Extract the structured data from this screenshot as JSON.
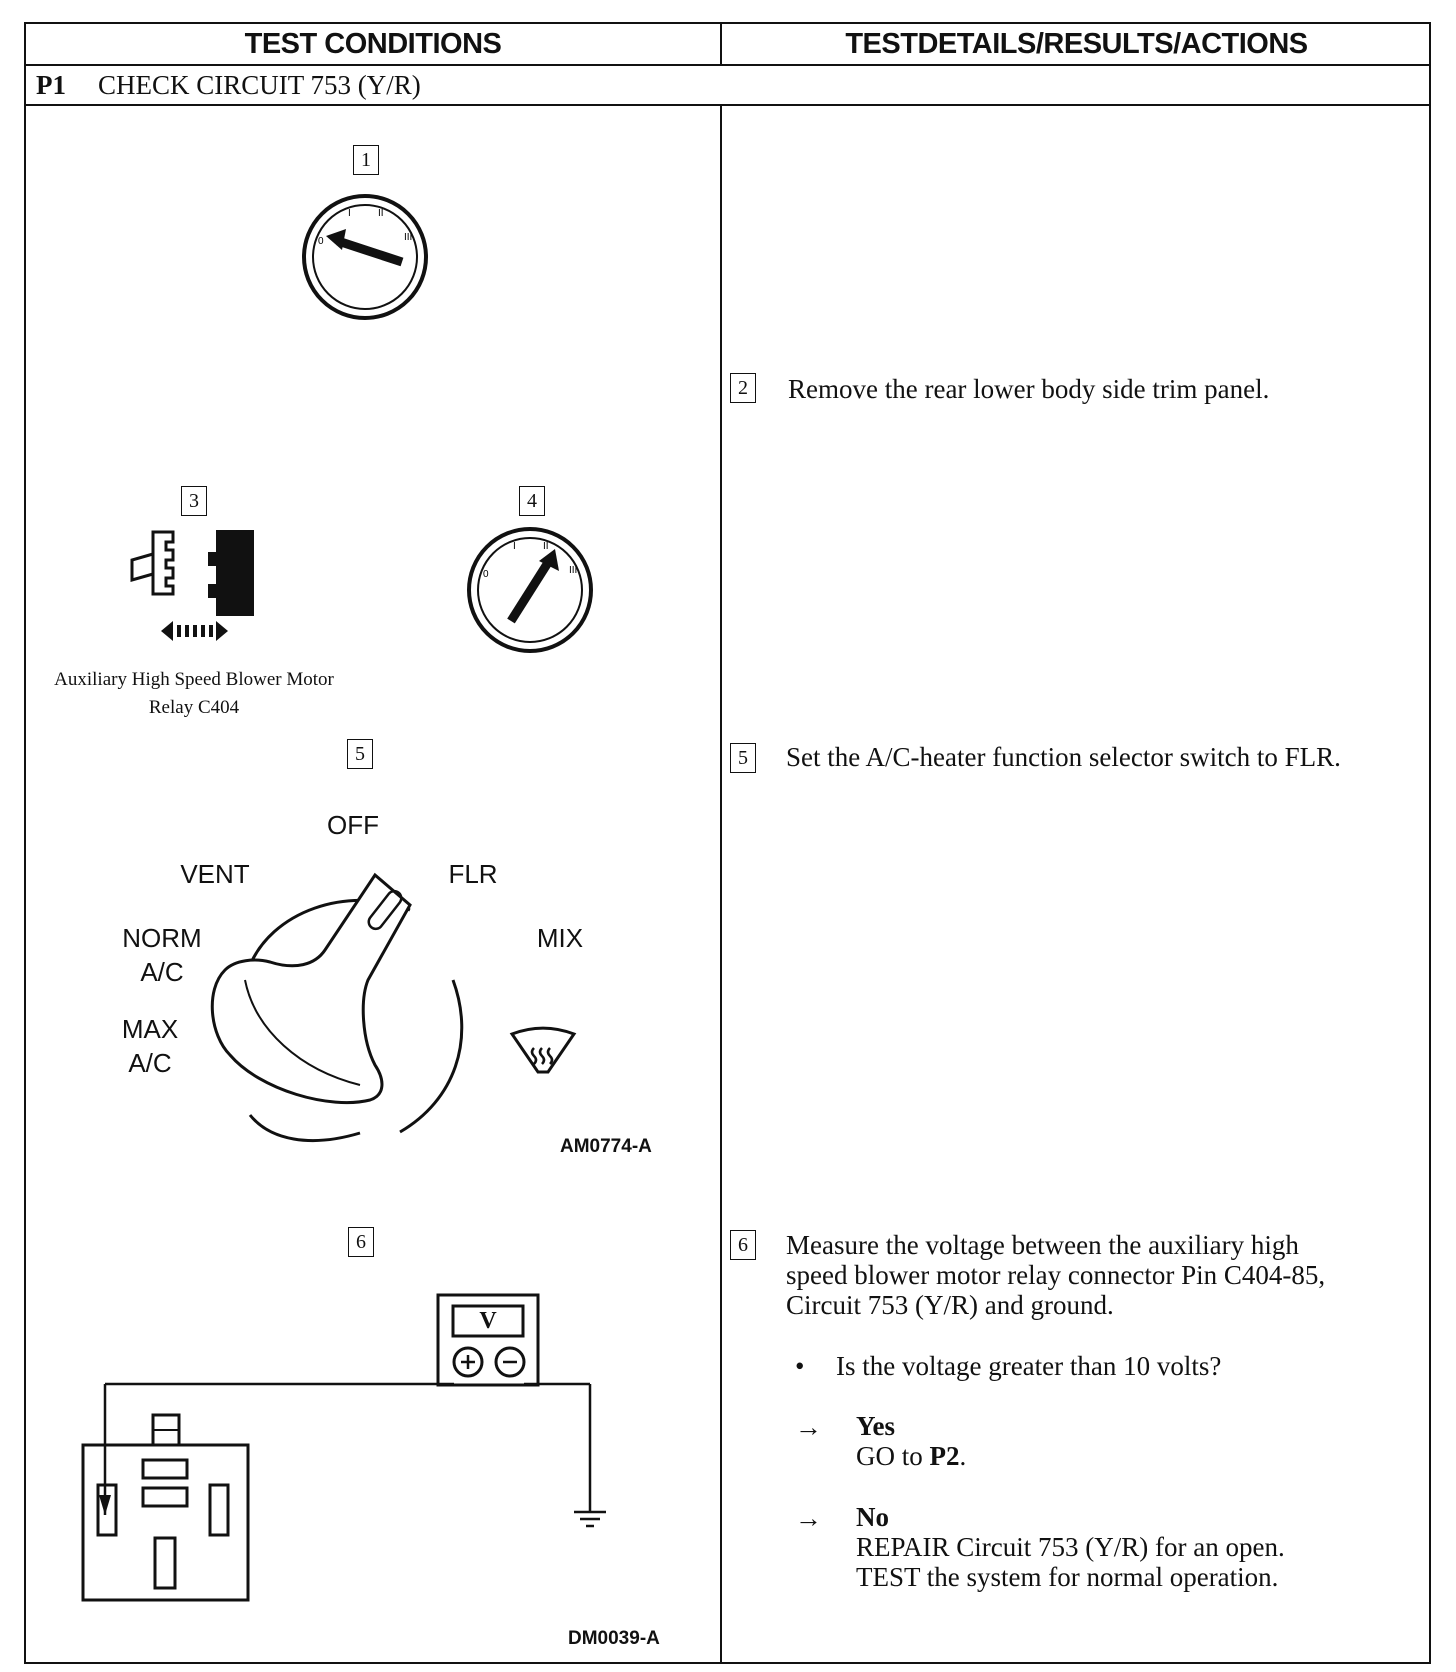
{
  "header": {
    "left": "TEST CONDITIONS",
    "right": "TESTDETAILS/RESULTS/ACTIONS"
  },
  "step": {
    "id": "P1",
    "title": "CHECK CIRCUIT 753 (Y/R)"
  },
  "left_panel": {
    "box1": "1",
    "box3": "3",
    "box4": "4",
    "box5": "5",
    "box6": "6",
    "relay_caption_line1": "Auxiliary High Speed Blower Motor",
    "relay_caption_line2": "Relay C404",
    "dial_labels": {
      "off": "OFF",
      "vent": "VENT",
      "flr": "FLR",
      "norm_ac_1": "NORM",
      "norm_ac_2": "A/C",
      "mix": "MIX",
      "max_ac_1": "MAX",
      "max_ac_2": "A/C"
    },
    "figure_code_1": "AM0774-A",
    "figure_code_2": "DM0039-A",
    "meter_label": "V"
  },
  "right_panel": {
    "s2_num": "2",
    "s2_text": "Remove the rear lower body side trim panel.",
    "s5_num": "5",
    "s5_text": "Set the A/C-heater function selector switch to FLR.",
    "s6_num": "6",
    "s6_line1": "Measure the voltage between the auxiliary high",
    "s6_line2": "speed blower motor relay connector Pin C404-85,",
    "s6_line3": "Circuit 753 (Y/R) and ground.",
    "bullet": "•",
    "question": "Is the voltage greater than 10 volts?",
    "arrow": "→",
    "yes_label": "Yes",
    "yes_action_pre": "GO to ",
    "yes_action_target": "P2",
    "yes_action_post": ".",
    "no_label": "No",
    "no_line1": "REPAIR Circuit 753 (Y/R) for an open.",
    "no_line2": "TEST the system for normal operation."
  }
}
